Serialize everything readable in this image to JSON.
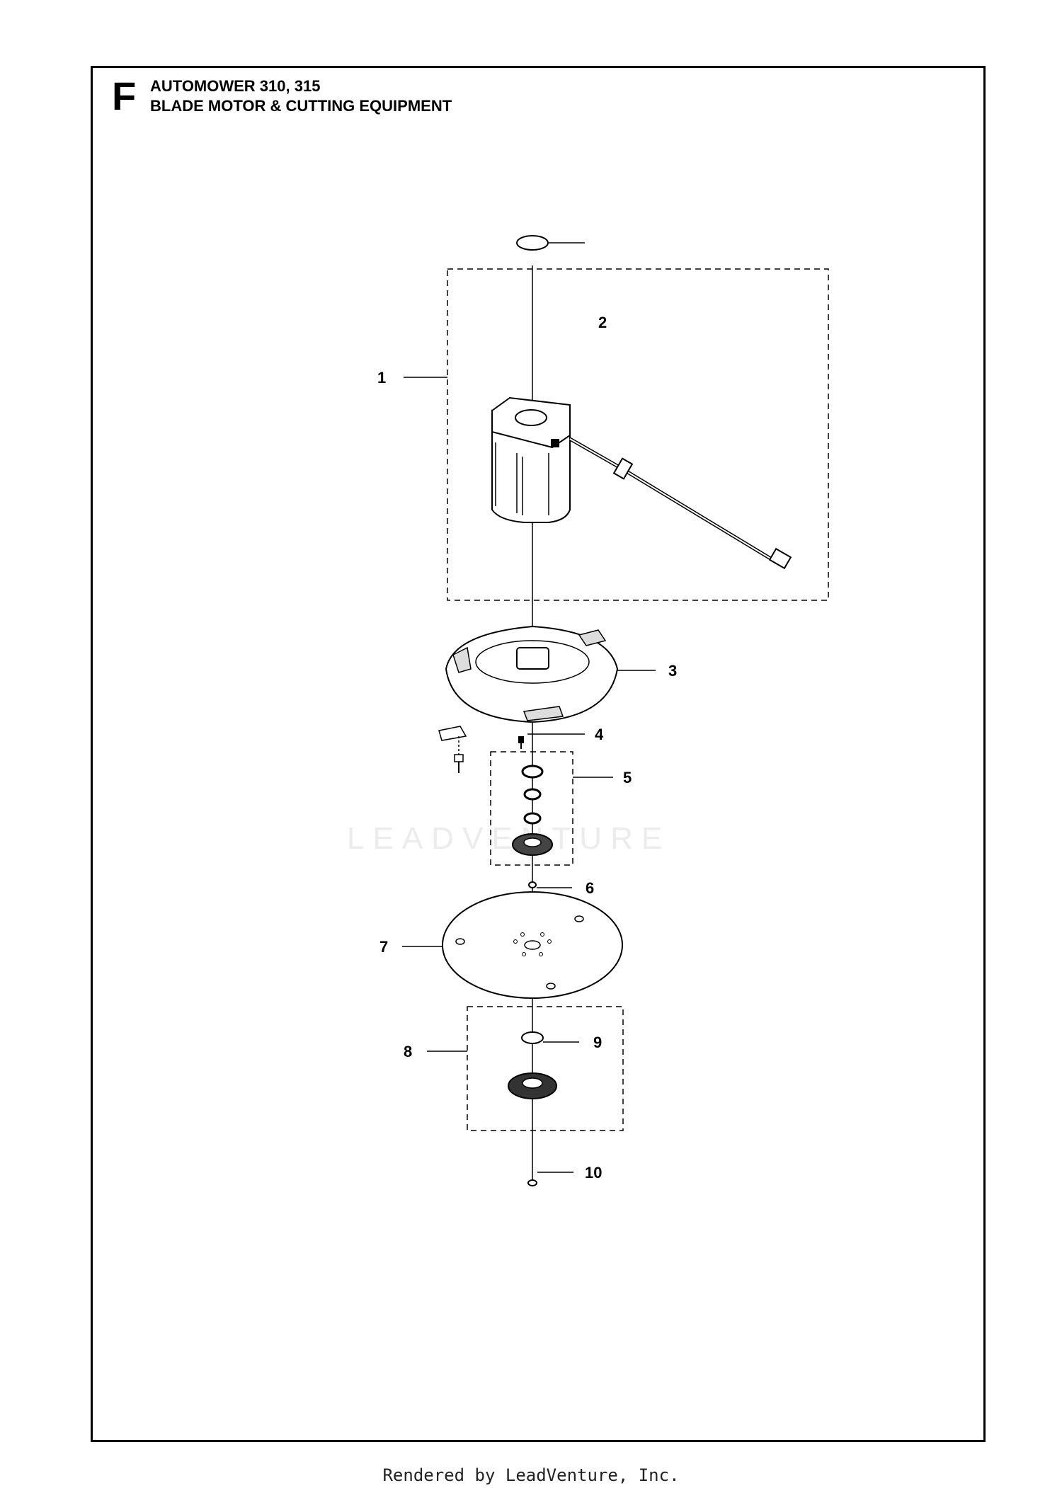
{
  "header": {
    "section_letter": "F",
    "model": "AUTOMOWER 310, 315",
    "subtitle": "BLADE MOTOR & CUTTING EQUIPMENT"
  },
  "watermark": "LEADVENTURE",
  "footer": "Rendered by LeadVenture, Inc.",
  "callouts": [
    "1",
    "2",
    "3",
    "4",
    "5",
    "6",
    "7",
    "8",
    "9",
    "10"
  ]
}
